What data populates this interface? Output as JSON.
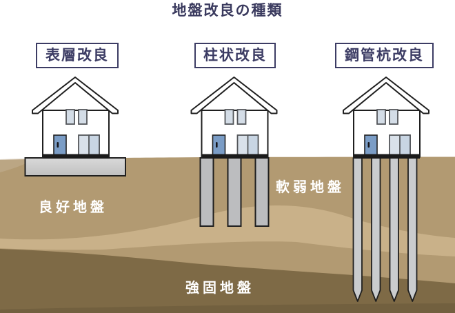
{
  "title": "地盤改良の種類",
  "methods": [
    {
      "label": "表層改良"
    },
    {
      "label": "柱状改良"
    },
    {
      "label": "鋼管杭改良"
    }
  ],
  "ground_labels": {
    "good": "良好地盤",
    "soft": "軟弱地盤",
    "firm": "強固地盤"
  },
  "colors": {
    "accent_navy": "#3c3c64",
    "soil_top": "#b29a72",
    "soil_light_band": "#c9b189",
    "soil_firm": "#7e6a46",
    "soil_deep": "#72603f",
    "concrete_slab": "#c9c9c9",
    "steel_pile": "#caccce",
    "column_gray": "#bcbdbf",
    "foundation_black": "#1b1b1b",
    "door_blue": "#7b9dc6",
    "window_blue": "#d4dde7",
    "label_text_white": "#ffffff"
  }
}
